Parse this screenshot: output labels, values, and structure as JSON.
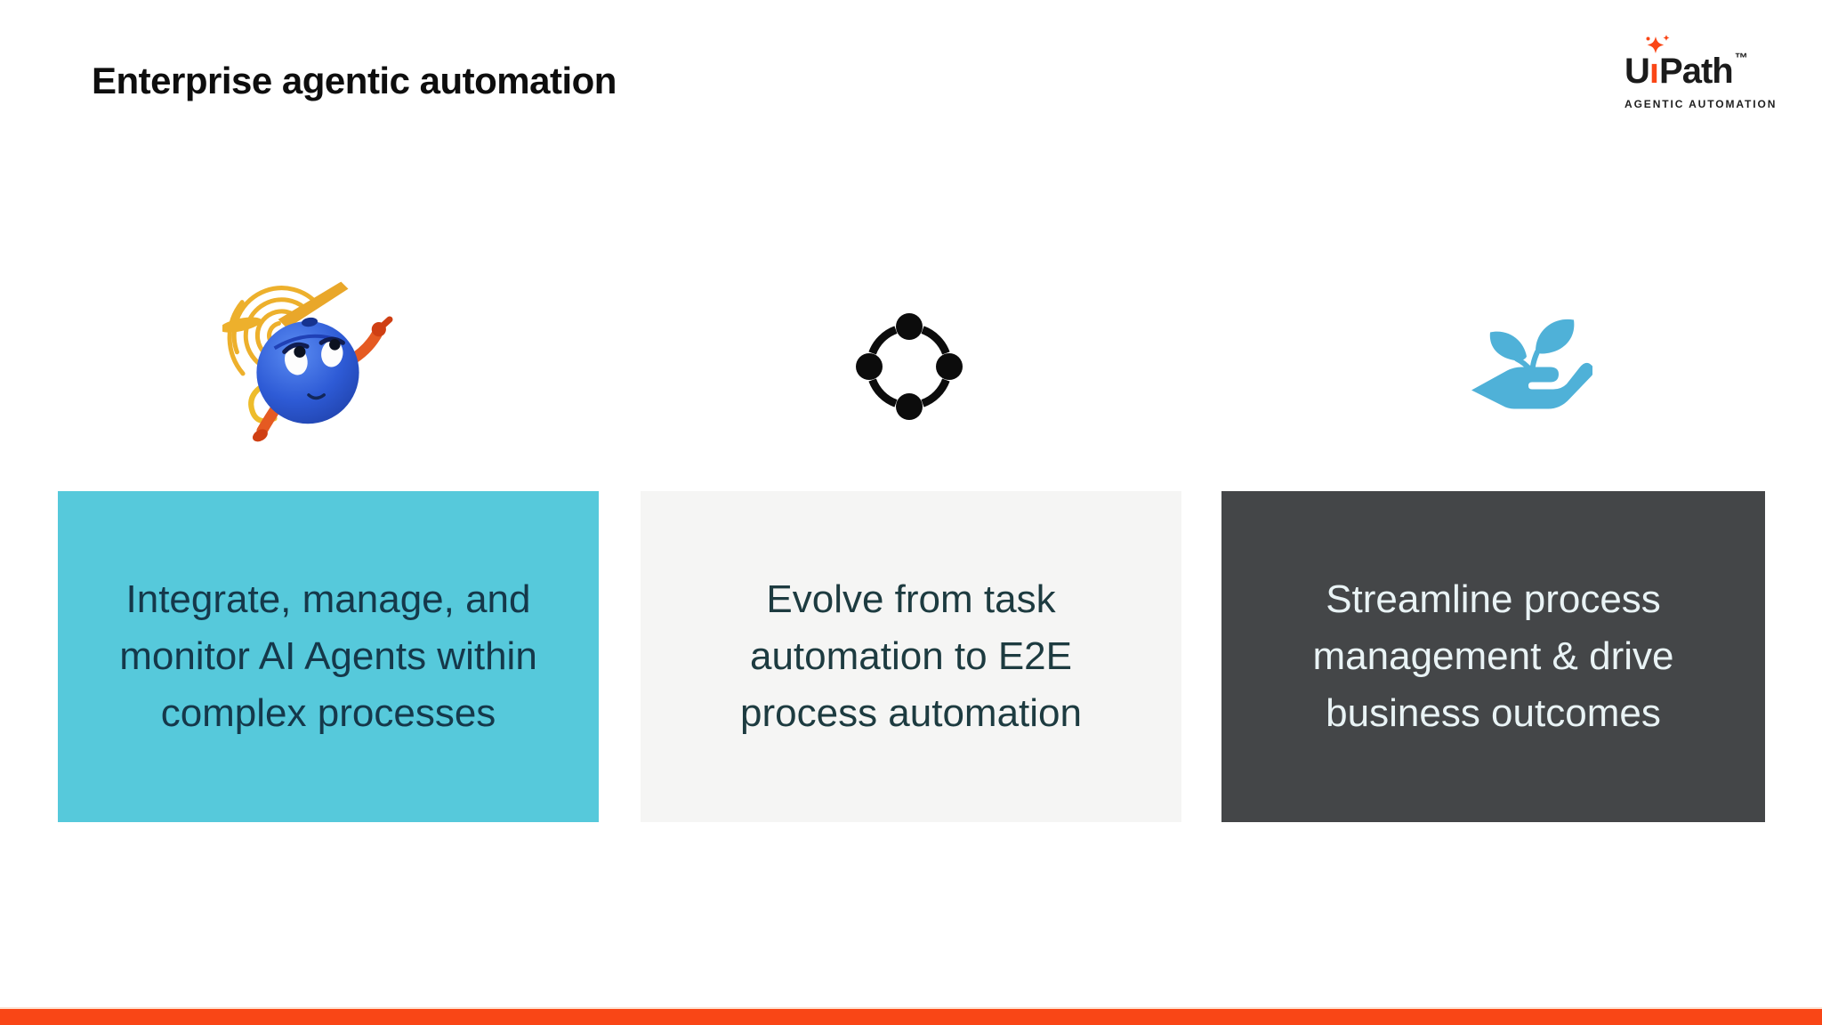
{
  "slide": {
    "title": "Enterprise agentic automation",
    "background": "#ffffff"
  },
  "logo": {
    "brand_u": "U",
    "brand_i": "ı",
    "brand_rest": "Path",
    "trademark": "™",
    "tagline": "AGENTIC AUTOMATION"
  },
  "columns": [
    {
      "icon": "agent-mascot-icon",
      "lines": [
        "Integrate, manage, and",
        "monitor AI Agents within",
        "complex processes"
      ],
      "bg": "#56c9db",
      "fg": "#15384a"
    },
    {
      "icon": "orchestration-cycle-icon",
      "lines": [
        "Evolve from task",
        "automation to E2E",
        "process automation"
      ],
      "bg": "#f5f5f4",
      "fg": "#1d3b40"
    },
    {
      "icon": "growth-hand-icon",
      "lines": [
        "Streamline process",
        "management & drive",
        "business outcomes"
      ],
      "bg": "#444648",
      "fg": "#e9f3f5"
    }
  ],
  "footer": {
    "bar_color": "#f94616"
  },
  "colors": {
    "accent-orange": "#fa4616",
    "turquoise": "#56c9db",
    "light-gray": "#f5f5f4",
    "charcoal": "#444648",
    "icon-black": "#0c0c0c",
    "icon-blue": "#4fb1d8",
    "title-text": "#0e0e0e"
  }
}
